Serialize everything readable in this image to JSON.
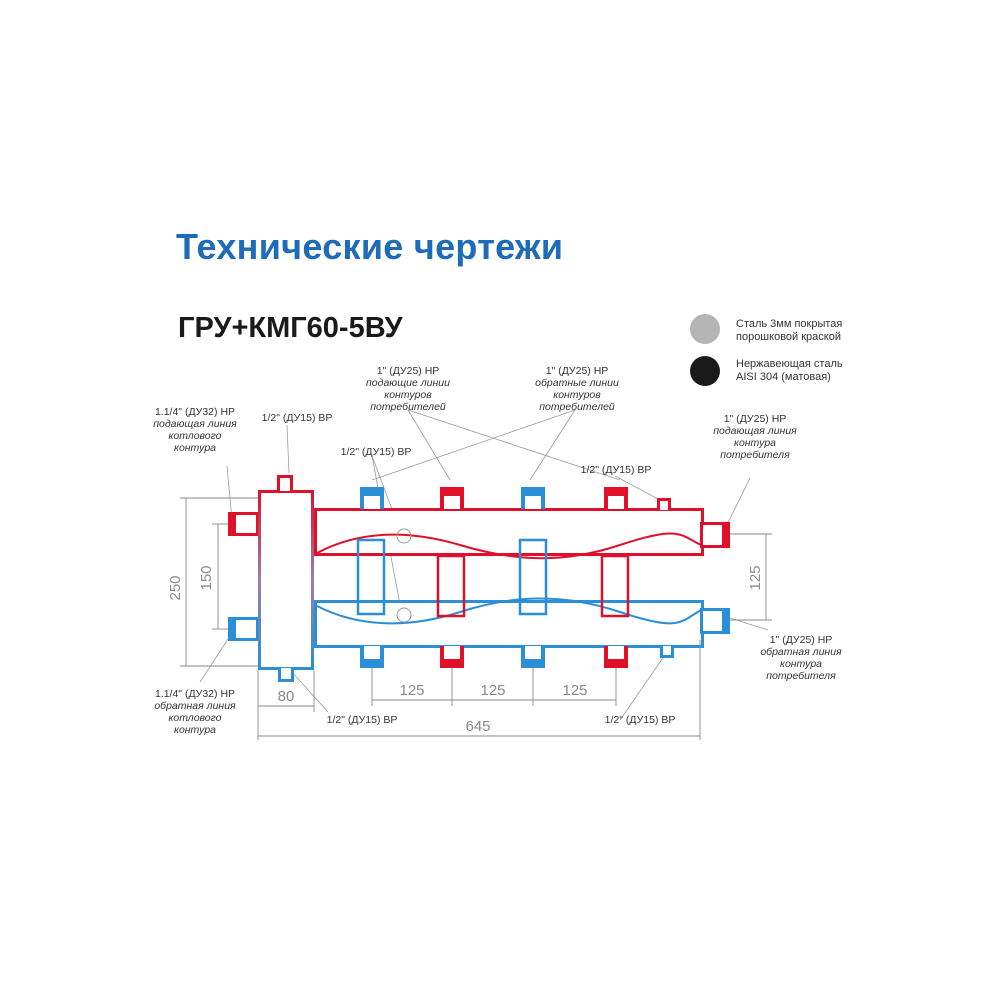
{
  "title": "Технические чертежи",
  "model": "ГРУ+КМГ60-5ВУ",
  "colors": {
    "title": "#1e6bb8",
    "supply": "#e0102a",
    "return": "#2a8fd6",
    "steel_gray": "#b5b5b5",
    "stainless_black": "#1a1a1a",
    "dimension": "#8a8a8a"
  },
  "legend": [
    {
      "line1": "Сталь 3мм покрытая",
      "line2": "порошковой краской"
    },
    {
      "line1": "Нержавеющая сталь",
      "line2": "AISI 304 (матовая)"
    }
  ],
  "labels": {
    "boiler_supply": {
      "head": "1.1/4\" (ДУ32) НР",
      "lines": [
        "подающая линия",
        "котлового",
        "контура"
      ]
    },
    "boiler_return": {
      "head": "1.1/4\" (ДУ32) НР",
      "lines": [
        "обратная линия",
        "котлового",
        "контура"
      ]
    },
    "top_vent_left": "1/2\" (ДУ15) ВР",
    "center_half": "1/2\" (ДУ15) ВР",
    "right_half_top": "1/2\" (ДУ15) ВР",
    "consumers_supply": {
      "head": "1\" (ДУ25) НР",
      "lines": [
        "подающие линии",
        "контуров",
        "потребителей"
      ]
    },
    "consumers_return": {
      "head": "1\" (ДУ25) НР",
      "lines": [
        "обратные линии",
        "контуров",
        "потребителей"
      ]
    },
    "consumer_supply_right": {
      "head": "1\" (ДУ25) НР",
      "lines": [
        "подающая линия",
        "контура",
        "потребителя"
      ]
    },
    "consumer_return_right": {
      "head": "1\" (ДУ25) НР",
      "lines": [
        "обратная линия",
        "контура",
        "потребителя"
      ]
    },
    "bottom_half_left": "1/2\" (ДУ15) ВР",
    "bottom_half_right": "1/2\" (ДУ15) ВР"
  },
  "dimensions": {
    "height_total": "250",
    "height_inner": "150",
    "height_right": "125",
    "width_80": "80",
    "spacing_1": "125",
    "spacing_2": "125",
    "spacing_3": "125",
    "length_total": "645"
  }
}
